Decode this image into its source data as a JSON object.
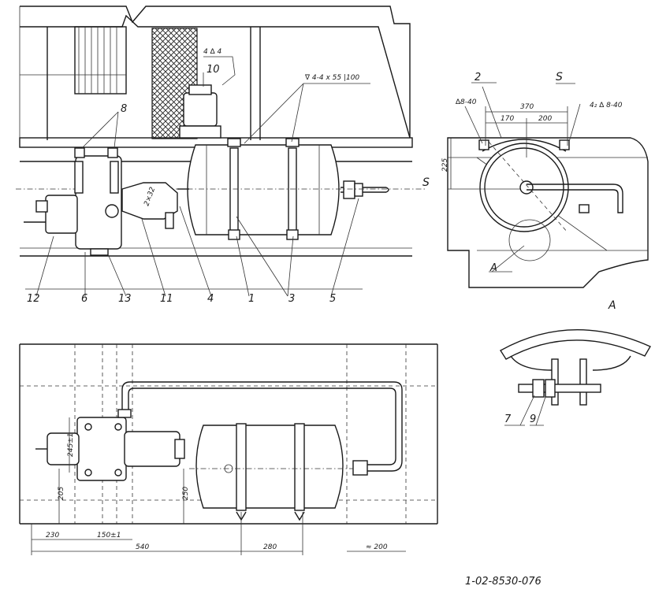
{
  "callouts": {
    "c1": "1",
    "c2": "2",
    "c3": "3",
    "c4": "4",
    "c5": "5",
    "c6": "6",
    "c7": "7",
    "c8": "8",
    "c9": "9",
    "c10": "10",
    "c11": "11",
    "c12": "12",
    "c13": "13"
  },
  "section_marks": {
    "s_right": "S",
    "s_view_title": "S",
    "a_view_title": "A",
    "a_ref": "A"
  },
  "annotations": {
    "weld_10": "4 ∆ 4",
    "weld_main": "∇ 4-4 x 55 |100",
    "weld_left": "∆8-40",
    "weld_right": "4₂ ∆ 8-40",
    "angle_11": "2×32"
  },
  "dimensions": {
    "d370": "370",
    "d170": "170",
    "d200a": "200",
    "d225": "225",
    "d245": "245±1",
    "d205": "205",
    "d250": "250",
    "d230": "230",
    "d150": "150±1",
    "d540": "540",
    "d280": "280",
    "d200b": "≈ 200"
  },
  "drawing_number": "1-02-8530-076"
}
